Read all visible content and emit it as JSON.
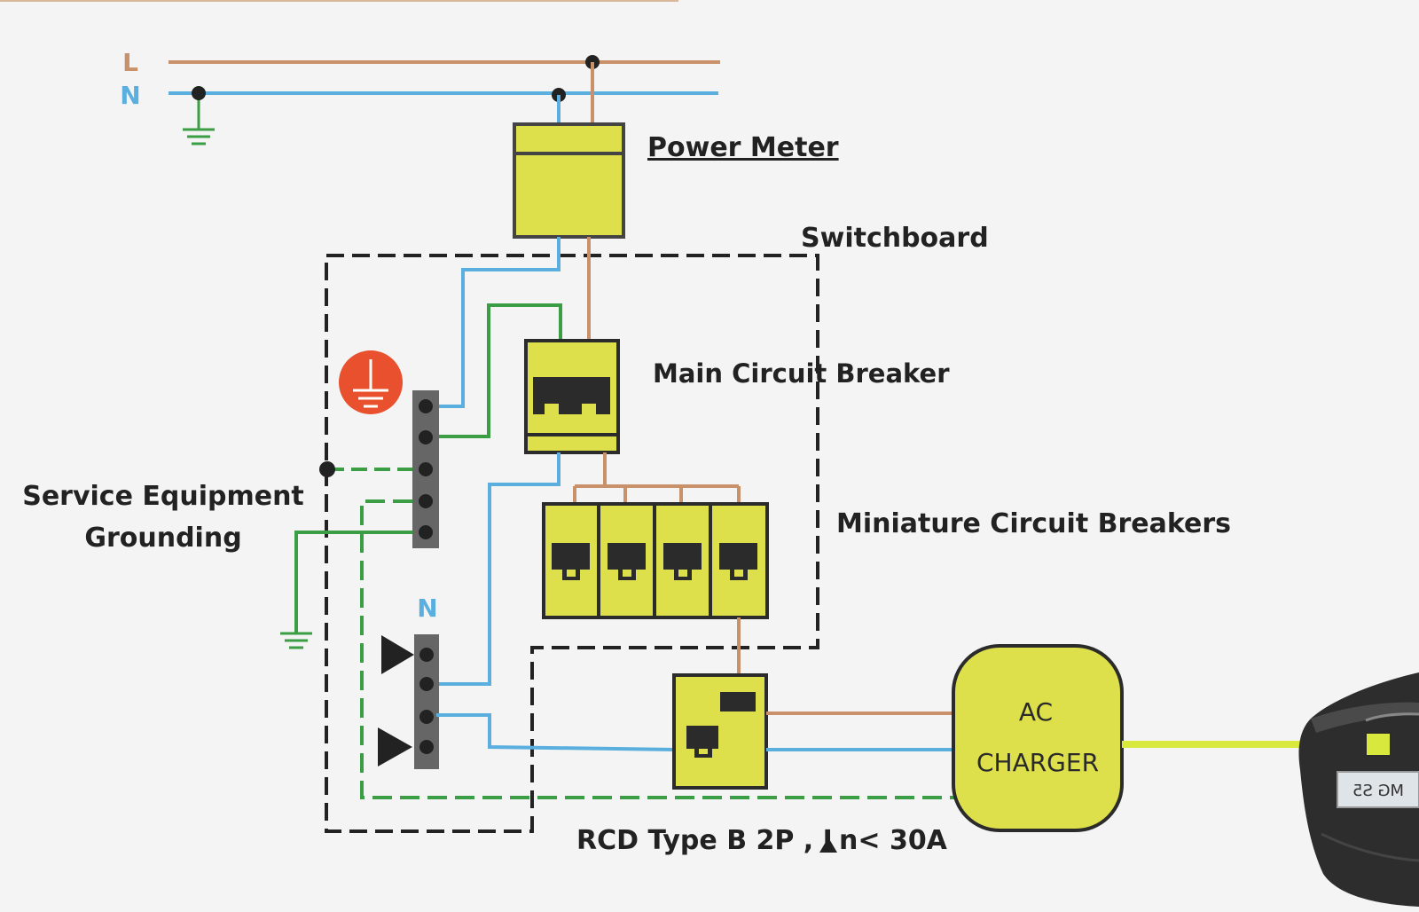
{
  "colors": {
    "live": "#c9916a",
    "neutral": "#5aafdf",
    "earth": "#3b9e45",
    "device_fill": "#dde04a",
    "device_stroke": "#2b2b2b",
    "enclosure": "#222222",
    "busbar": "#666666",
    "ground_symbol": "#e8502e",
    "background": "#f4f4f4",
    "cable": "#d8e83c",
    "car_body": "#2d2d2d"
  },
  "labels": {
    "line_l": "L",
    "line_n": "N",
    "power_meter": "Power Meter",
    "switchboard": "Switchboard",
    "main_breaker": "Main Circuit Breaker",
    "mcbs": "Miniature Circuit Breakers",
    "seg_line1": "Service Equipment",
    "seg_line2": "Grounding",
    "neutral_bar": "N",
    "rcd_prefix": "RCD Type B  2P , I",
    "rcd_sub": "n< 30A",
    "charger_line1": "AC",
    "charger_line2": "CHARGER",
    "car_plate": "MG S5"
  },
  "icons": {
    "ground_badge": "protective-earth-icon",
    "ground_symbols": "earth-ground-icon",
    "neutral_markers": "triangle-marker-icon",
    "car": "electric-car-icon"
  }
}
